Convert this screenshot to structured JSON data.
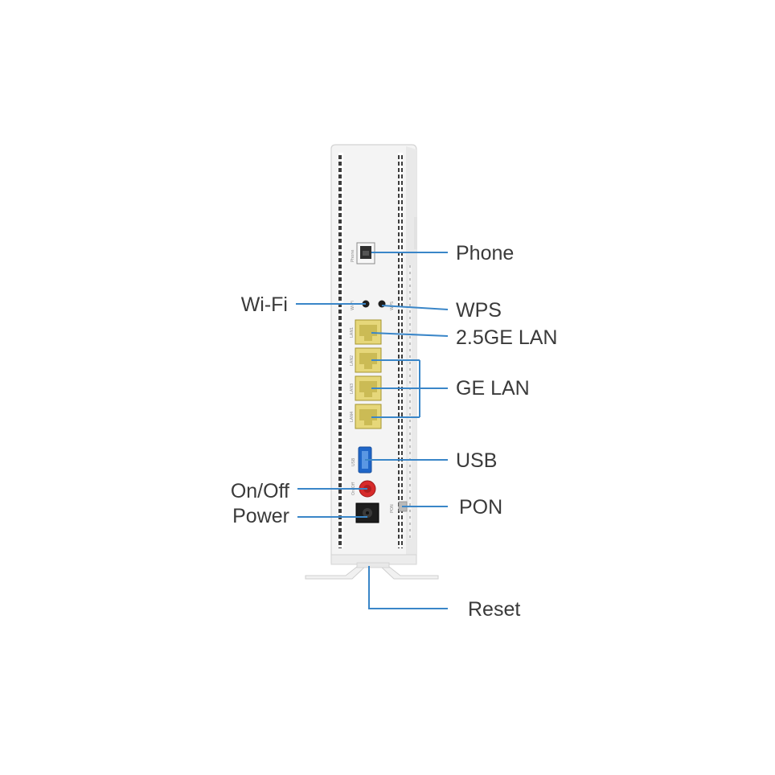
{
  "callouts": {
    "phone": "Phone",
    "wifi": "Wi-Fi",
    "wps": "WPS",
    "lan_25ge": "2.5GE LAN",
    "ge_lan": "GE LAN",
    "usb": "USB",
    "onoff": "On/Off",
    "power": "Power",
    "pon": "PON",
    "reset": "Reset"
  },
  "port_marks": {
    "phone": "Phone",
    "wifi": "Wi-Fi",
    "wps": "WPS",
    "lan1": "LAN1",
    "lan2": "LAN2",
    "lan3": "LAN3",
    "lan4": "LAN4",
    "usb": "USB",
    "onoff": "On/Off",
    "pon": "PON"
  },
  "colors": {
    "leader_line": "#3a86c8",
    "lan_port": "#e6d77a",
    "usb_port": "#1f66c8",
    "power_button": "#d72b2b",
    "label_text": "#3a3a3a"
  }
}
